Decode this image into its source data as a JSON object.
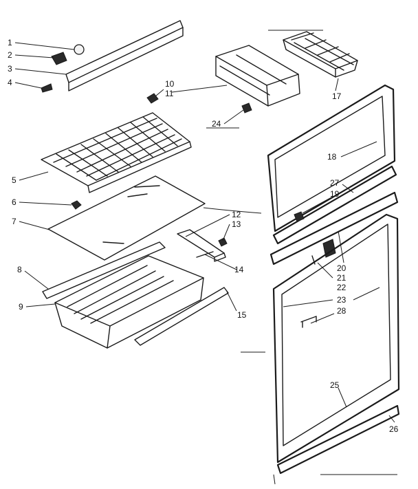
{
  "callouts": [
    "1",
    "2",
    "3",
    "4",
    "5",
    "6",
    "7",
    "8",
    "9",
    "10",
    "11",
    "12",
    "13",
    "14",
    "15",
    "17",
    "18",
    "19",
    "20",
    "21",
    "22",
    "23",
    "24",
    "25",
    "26",
    "27",
    "28"
  ]
}
